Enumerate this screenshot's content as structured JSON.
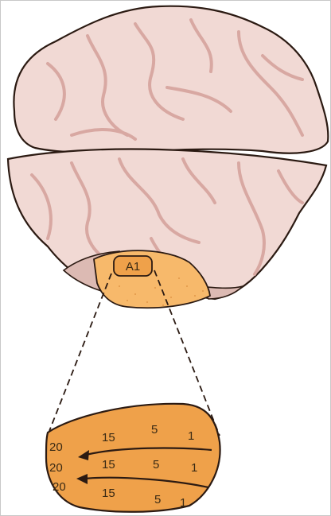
{
  "diagram": {
    "region_label": "A1",
    "map_rows": [
      [
        "20",
        "15",
        "5",
        "1"
      ],
      [
        "20",
        "15",
        "5",
        "1"
      ],
      [
        "20",
        "15",
        "5",
        "1"
      ]
    ],
    "colors": {
      "brain_fill": "#f1d9d4",
      "brain_sulci": "#d8a8a2",
      "outline": "#2b1a12",
      "auditory_fill": "#f7b96b",
      "map_fill": "#efa14a"
    }
  }
}
